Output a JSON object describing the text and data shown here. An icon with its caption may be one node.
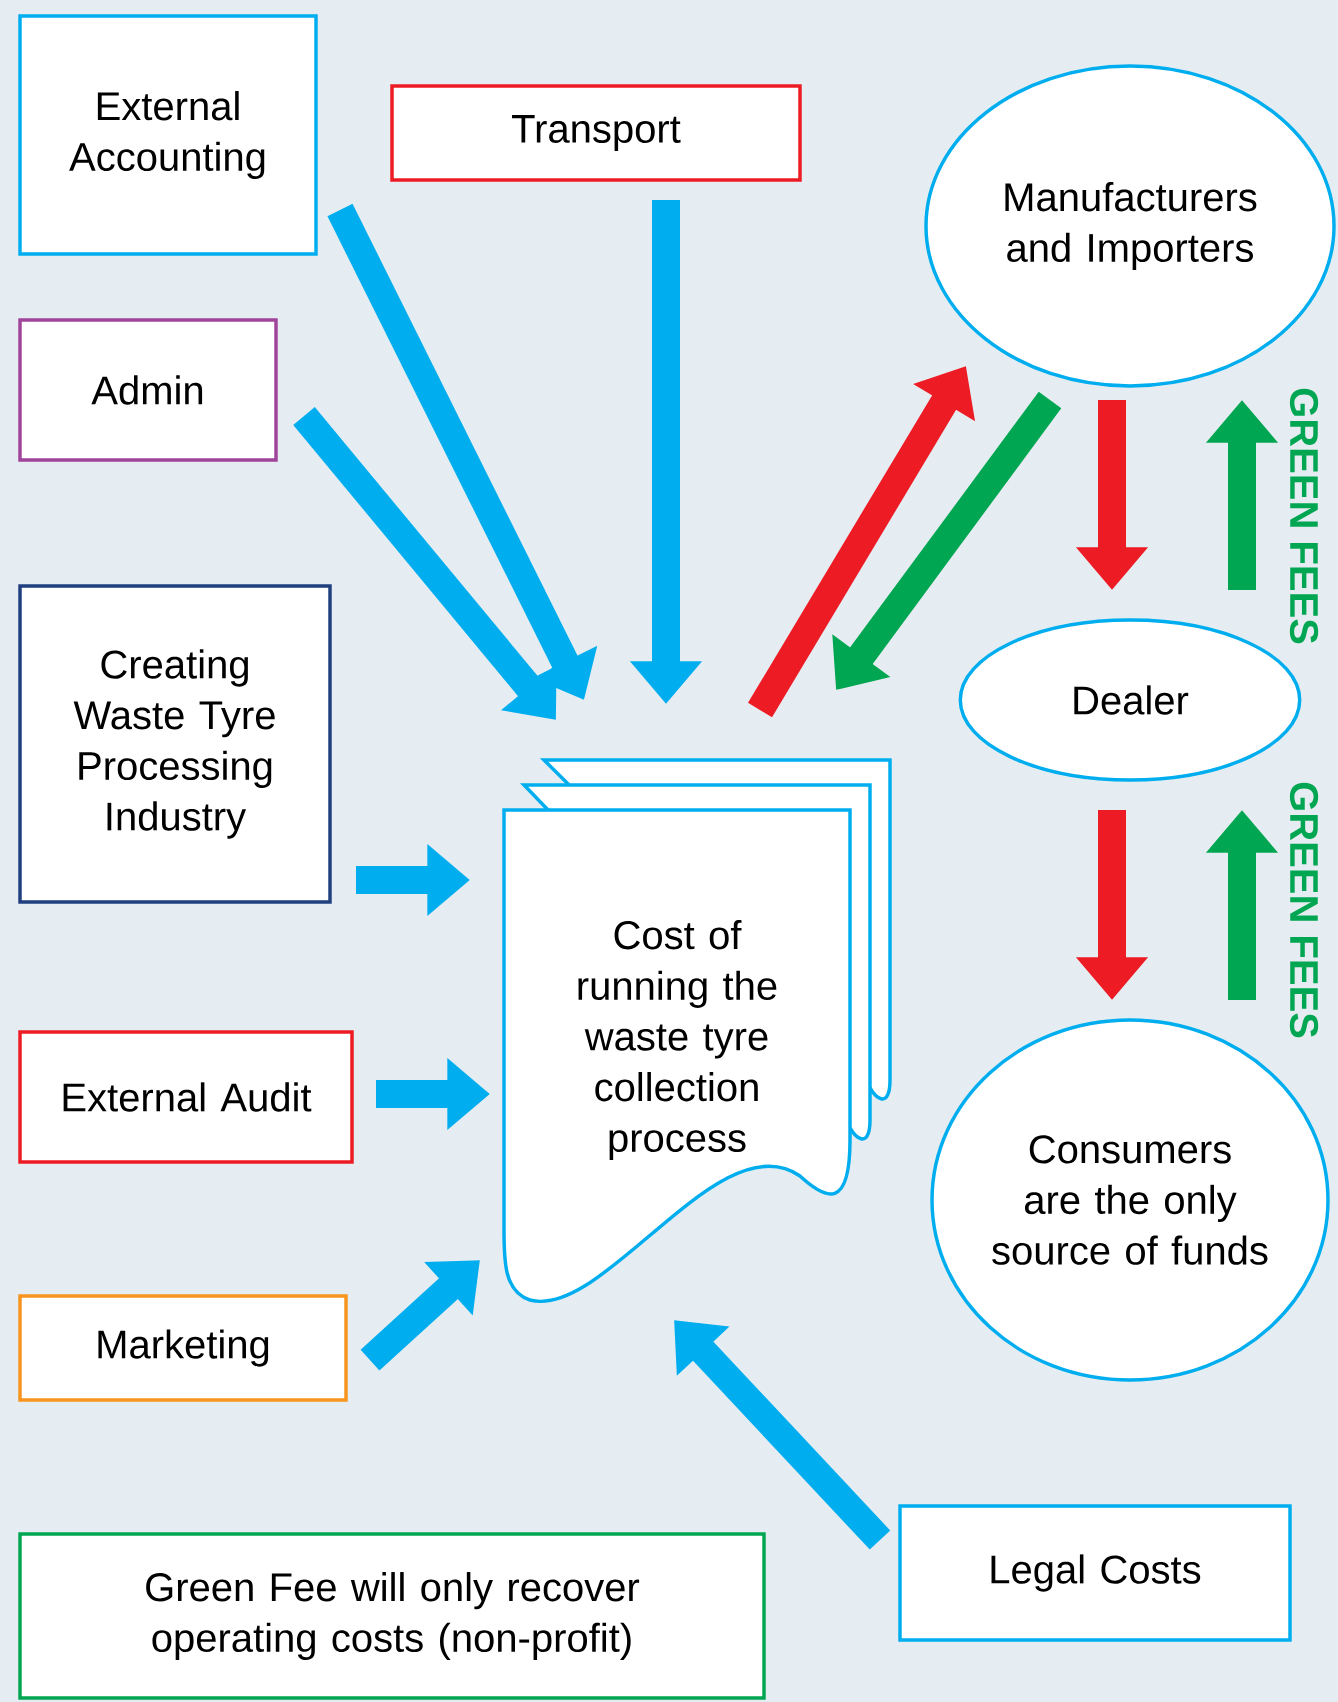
{
  "diagram": {
    "nodes": [
      {
        "text": [
          "External Accounting"
        ]
      },
      {
        "text": [
          "Transport"
        ]
      },
      {
        "text": [
          "Manufacturers and Importers"
        ]
      },
      {
        "text": [
          "Admin"
        ]
      },
      {
        "text": [
          "Creating Waste Tyre Processing Industry"
        ]
      },
      {
        "text": [
          "Dealer"
        ]
      },
      {
        "text": [
          "Cost of running the waste tyre collection process"
        ]
      },
      {
        "text": [
          "External Audit"
        ]
      },
      {
        "text": [
          "Consumers are the only source of funds"
        ]
      },
      {
        "text": [
          "Marketing"
        ]
      },
      {
        "text": [
          "Legal Costs"
        ]
      },
      {
        "text": [
          "Green Fee will only recover operating costs (non-profit)"
        ]
      }
    ],
    "edges": [
      {
        "from": 0,
        "to": 6,
        "arrow": "to"
      },
      {
        "from": 1,
        "to": 6,
        "arrow": "to"
      },
      {
        "from": 3,
        "to": 6,
        "arrow": "to"
      },
      {
        "from": 4,
        "to": 6,
        "arrow": "to"
      },
      {
        "from": 7,
        "to": 6,
        "arrow": "to"
      },
      {
        "from": 9,
        "to": 6,
        "arrow": "to"
      },
      {
        "from": 10,
        "to": 6,
        "arrow": "to"
      },
      {
        "from": 6,
        "to": 2,
        "arrow": "to",
        "color": "#ed1c24"
      },
      {
        "from": 2,
        "to": 6,
        "arrow": "to",
        "color": "#00a651"
      },
      {
        "from": 2,
        "to": 5,
        "arrow": "to",
        "color": "#ed1c24"
      },
      {
        "from": 5,
        "to": 2,
        "arrow": "to",
        "color": "#00a651"
      },
      {
        "from": 5,
        "to": 8,
        "arrow": "to",
        "color": "#ed1c24"
      },
      {
        "from": 8,
        "to": 5,
        "arrow": "to",
        "color": "#00a651"
      }
    ],
    "labels": [
      "GREEN FEES",
      "GREEN FEES"
    ]
  }
}
